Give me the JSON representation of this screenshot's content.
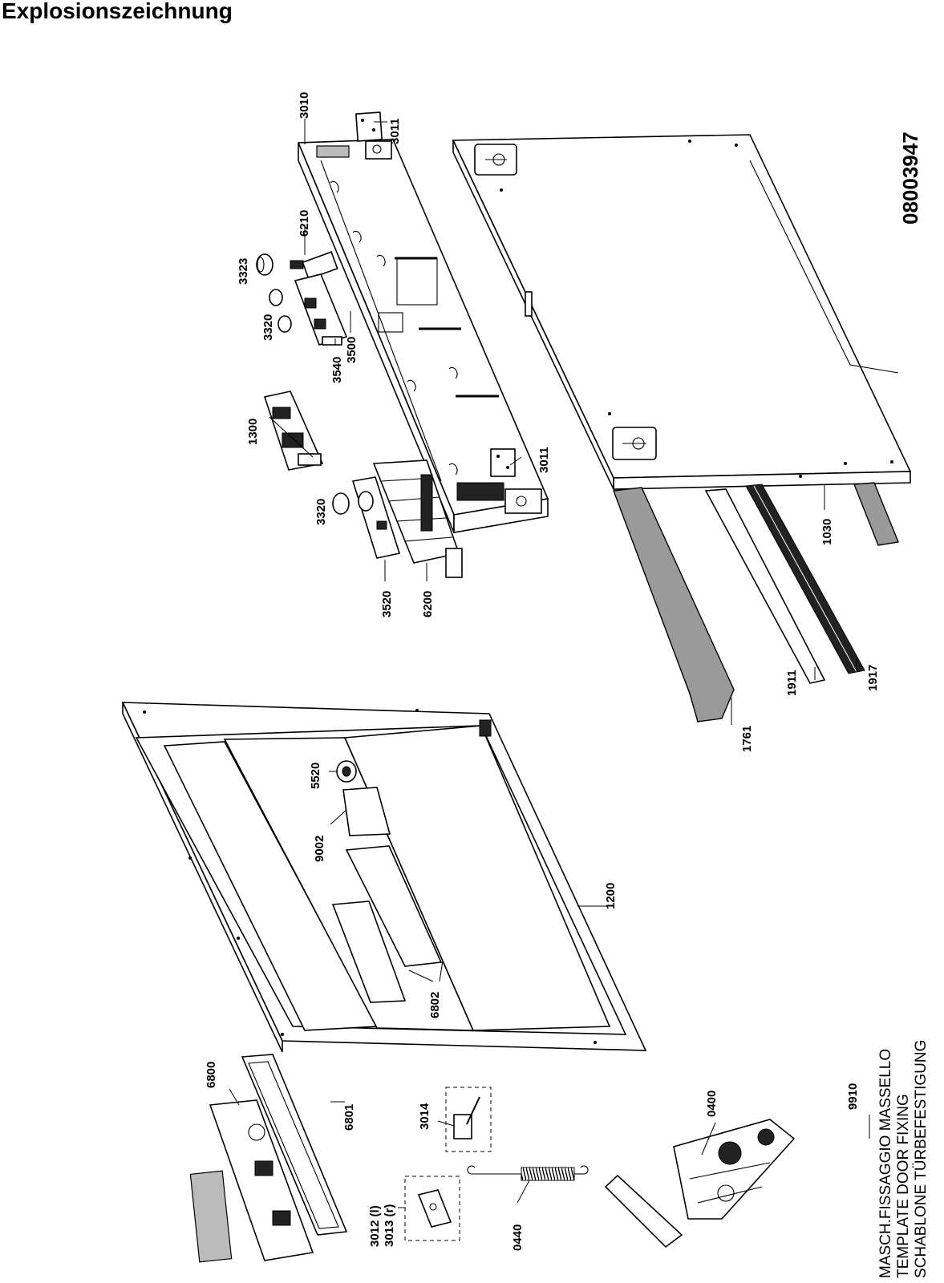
{
  "title": "Explosionszeichnung",
  "drawing_number": "08003947",
  "parts": {
    "p3010": "3010",
    "p3011a": "3011",
    "p3011b": "3011",
    "p6210": "6210",
    "p3323": "3323",
    "p3320a": "3320",
    "p3320b": "3320",
    "p3540": "3540",
    "p3500": "3500",
    "p1300": "1300",
    "p3520": "3520",
    "p6200": "6200",
    "p1030": "1030",
    "p1911": "1911",
    "p1917": "1917",
    "p1761": "1761",
    "p5520": "5520",
    "p9002": "9002",
    "p1200": "1200",
    "p6802": "6802",
    "p6800": "6800",
    "p6801": "6801",
    "p3014": "3014",
    "p3012": "3012 (l)",
    "p3013": "3013 (r)",
    "p0440": "0440",
    "p0400": "0400",
    "p9910": "9910"
  },
  "template_note": {
    "line1": "MASCH.FISSAGGIO MASSELLO",
    "line2": "TEMPLATE DOOR FIXING",
    "line3": "SCHABLONE TÜRBEFESTIGUNG"
  }
}
